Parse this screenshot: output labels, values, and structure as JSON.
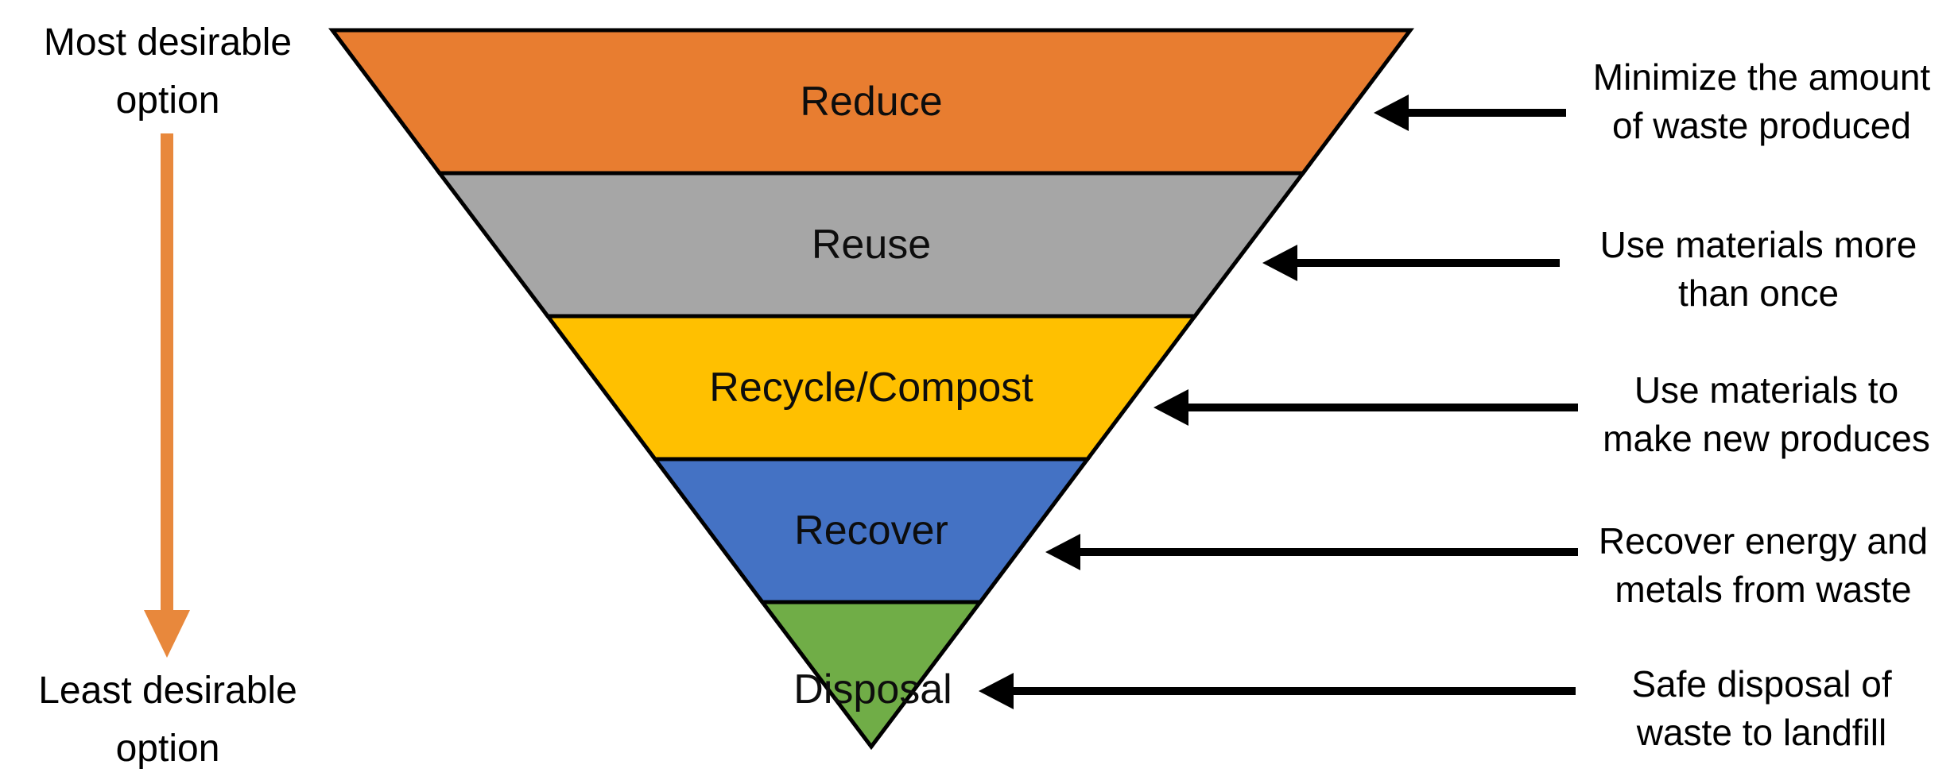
{
  "colors": {
    "outline": "#000000",
    "pointer_arrow": "#000000",
    "background": "#ffffff"
  },
  "legend": {
    "most_desirable_line1": "Most desirable",
    "most_desirable_line2": "option",
    "least_desirable_line1": "Least desirable",
    "least_desirable_line2": "option",
    "gradient_arrow_color": "#E8883C"
  },
  "levels": [
    {
      "label": "Reduce",
      "color": "#E87D30",
      "desc_line1": "Minimize the amount",
      "desc_line2": "of waste produced"
    },
    {
      "label": "Reuse",
      "color": "#A6A6A6",
      "desc_line1": "Use materials more",
      "desc_line2": "than once"
    },
    {
      "label": "Recycle/Compost",
      "color": "#FFC000",
      "desc_line1": "Use materials to",
      "desc_line2": "make new produces"
    },
    {
      "label": "Recover",
      "color": "#4472C4",
      "desc_line1": "Recover energy and",
      "desc_line2": "metals from waste"
    },
    {
      "label": "Disposal",
      "color": "#70AD47",
      "desc_line1": "Safe disposal of",
      "desc_line2": "waste to landfill"
    }
  ]
}
